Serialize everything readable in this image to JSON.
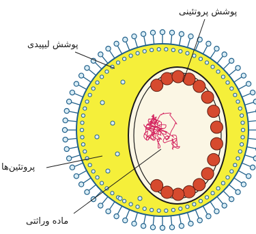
{
  "labels": {
    "protein_coat": "پوشش پروتئینی",
    "lipid_envelope": "پوشش لیپیدی",
    "proteins": "پروتئین‌ها",
    "genetic_material": "ماده وراثتی"
  },
  "colors": {
    "envelope_fill": "#f5ef3a",
    "spike_color": "#1f5f8a",
    "spike_head_fill": "#d8ecf5",
    "capsomere_fill": "#d64a2e",
    "capsid_inner_fill": "#fbf6e4",
    "rna_color": "#d4245f"
  }
}
